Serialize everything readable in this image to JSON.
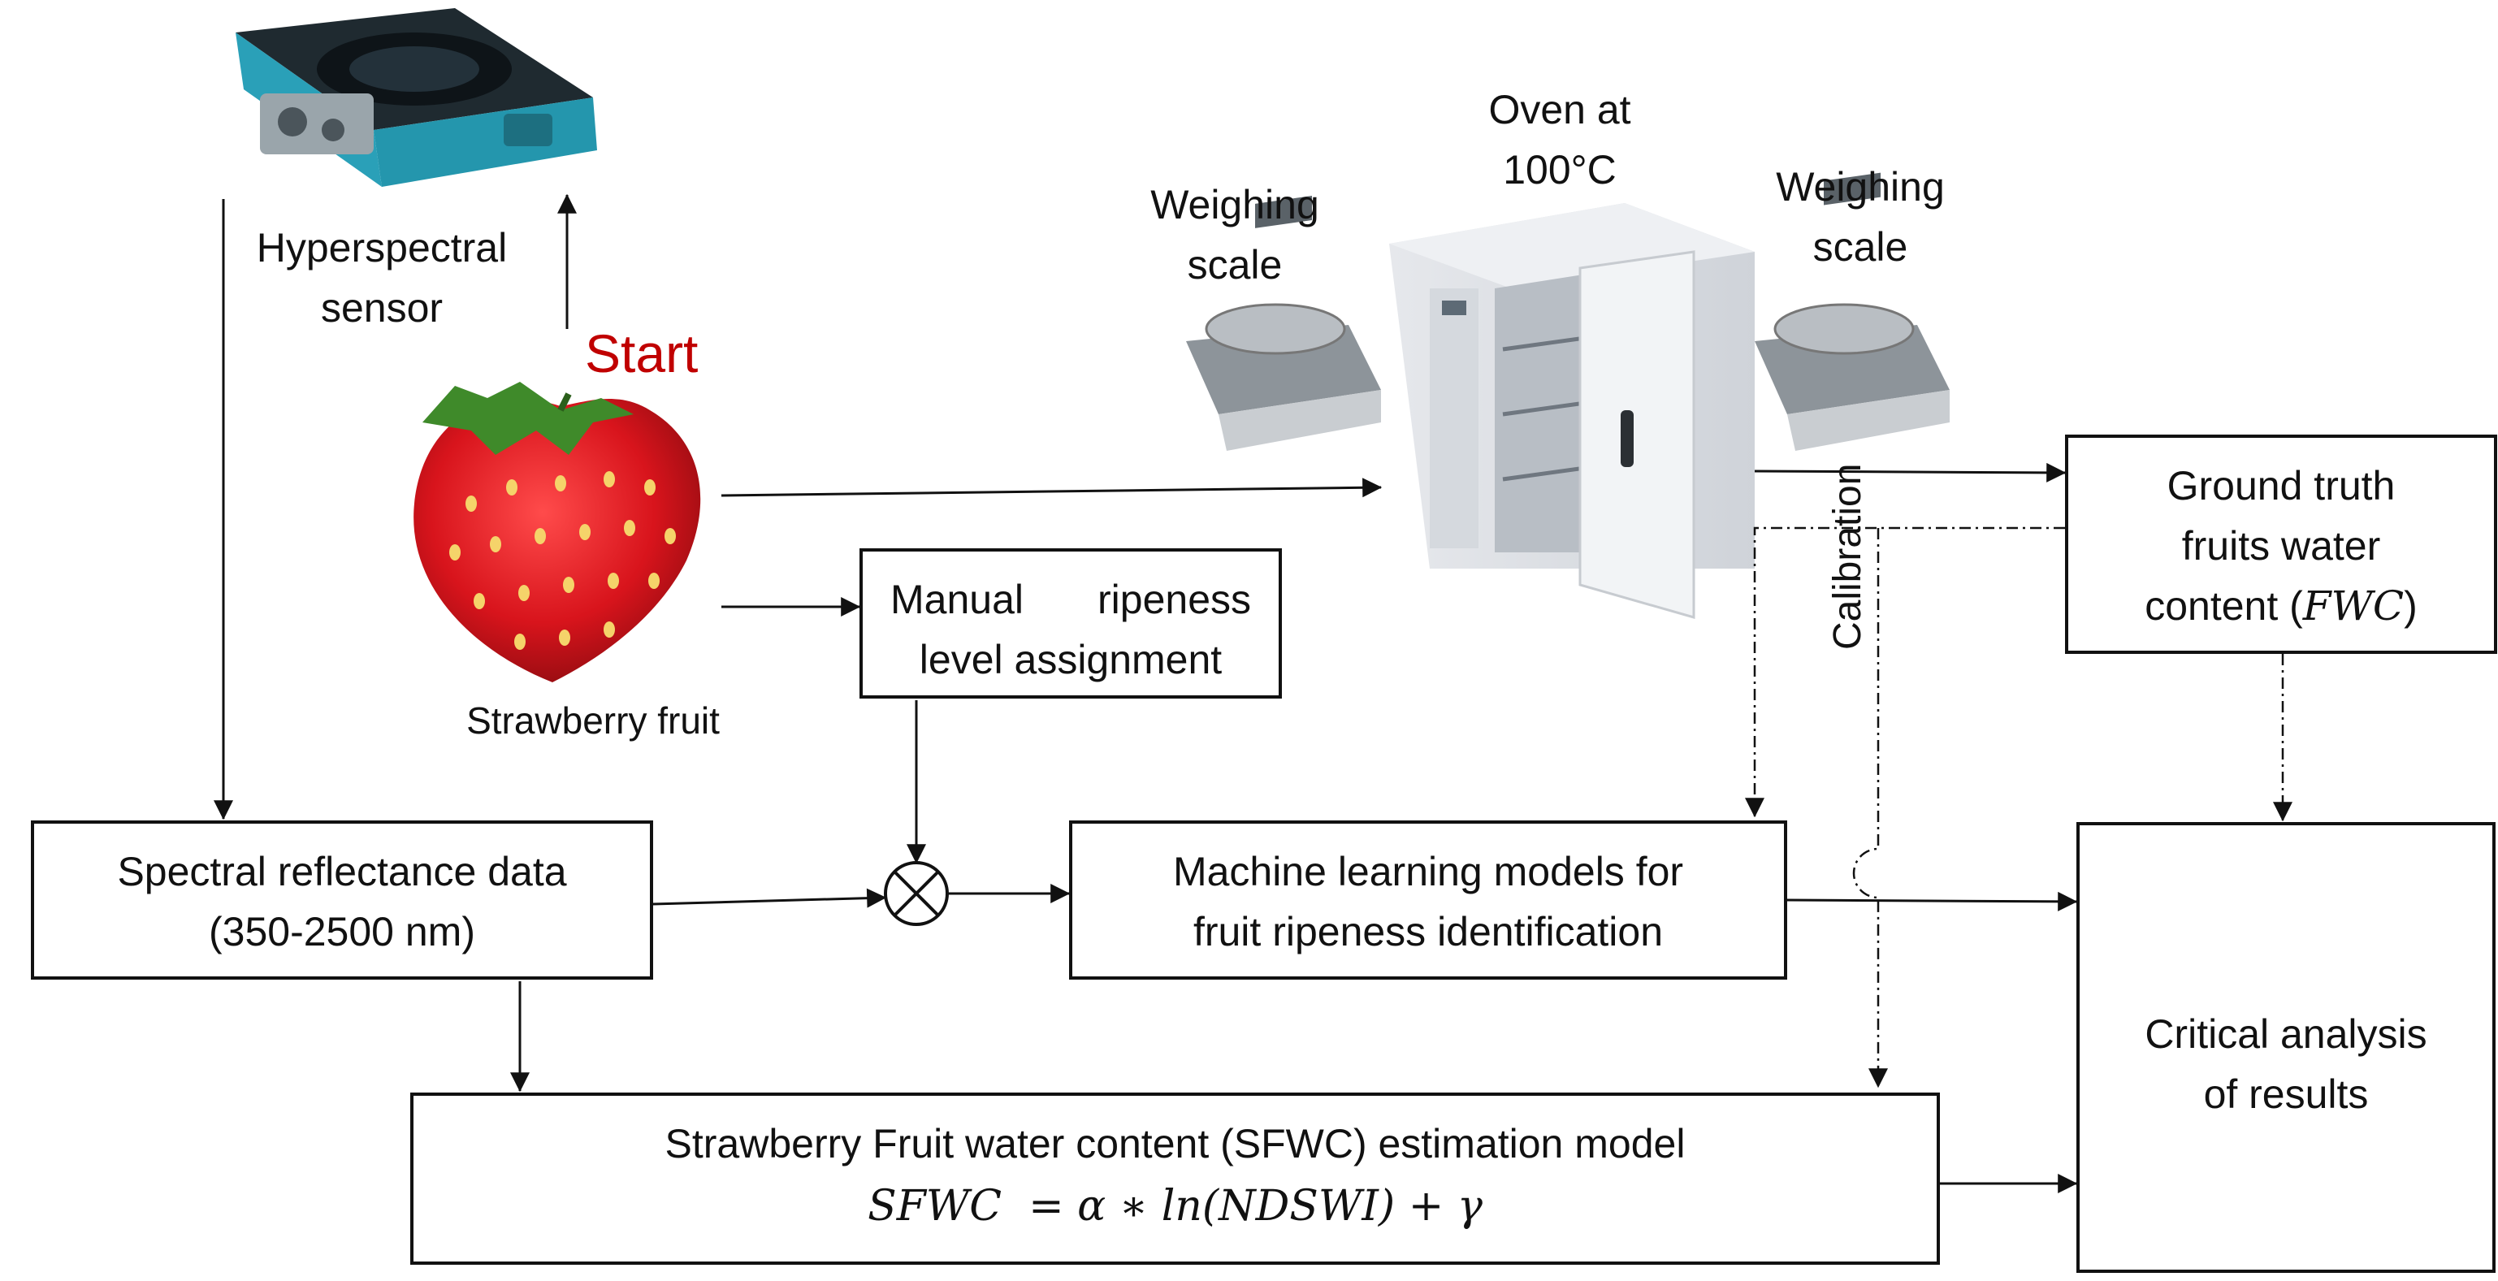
{
  "labels": {
    "hyperspectral_line1": "Hyperspectral",
    "hyperspectral_line2": "sensor",
    "start": "Start",
    "strawberry": "Strawberry fruit",
    "weighing_line1": "Weighing",
    "weighing_line2": "scale",
    "oven_line1": "Oven at",
    "oven_line2": "100°C",
    "calibration": "Calibration"
  },
  "boxes": {
    "manual_line1": "Manual ripeness",
    "manual_line2": "level assignment",
    "spectral_line1": "Spectral reflectance data",
    "spectral_line2": "(350-2500 nm)",
    "ml_line1": "Machine learning models for",
    "ml_line2": "fruit ripeness identification",
    "ground_line1": "Ground truth",
    "ground_line2": "fruits water",
    "ground_line3_text": "content (",
    "ground_line3_math": "FWC",
    "ground_line3_end": ")",
    "critical_line1": "Critical analysis",
    "critical_line2": "of results",
    "sfwc_line1": "Strawberry Fruit water content (SFWC) estimation model",
    "sfwc_formula": "SFWC  = α ∗ ln(NDSWI) + γ"
  },
  "colors": {
    "start": "#c00000",
    "sensor_body": "#2aa0b8",
    "strawberry": "#d8141c",
    "leaf": "#3f8a2a"
  },
  "icons": [
    "hyperspectral-sensor-icon",
    "strawberry-icon",
    "weighing-scale-icon",
    "oven-icon",
    "multiplier-junction-icon"
  ]
}
